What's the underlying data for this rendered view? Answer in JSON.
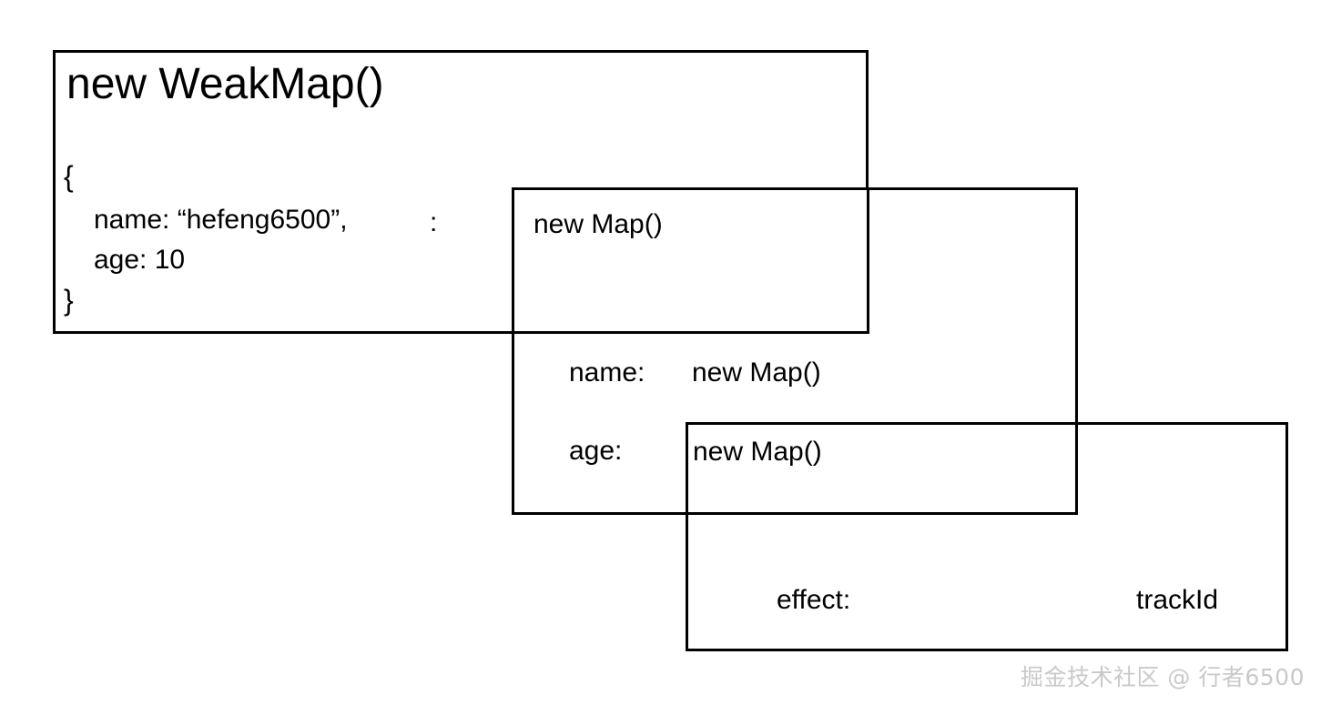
{
  "diagram": {
    "title": "new WeakMap()",
    "boxes": {
      "weakmap": {
        "label": "new WeakMap()",
        "target_object": {
          "brace_open": "{",
          "prop_name": "name: “hefeng6500”,",
          "prop_age": "age: 10",
          "brace_close": "}"
        },
        "mapping_colon": ":"
      },
      "depsmap": {
        "label": "new Map()",
        "entries": [
          {
            "key": "name:",
            "value": "new Map()"
          },
          {
            "key": "age:",
            "value": "new Map()"
          }
        ]
      },
      "dep": {
        "label": "new Map()",
        "entries": [
          {
            "key": "effect:",
            "value": "trackId"
          }
        ]
      }
    }
  },
  "watermark": {
    "text": "掘金技术社区 @ 行者6500"
  },
  "colors": {
    "stroke": "#000000",
    "background": "#ffffff",
    "text": "#000000",
    "watermark": "#c9c9c9"
  }
}
